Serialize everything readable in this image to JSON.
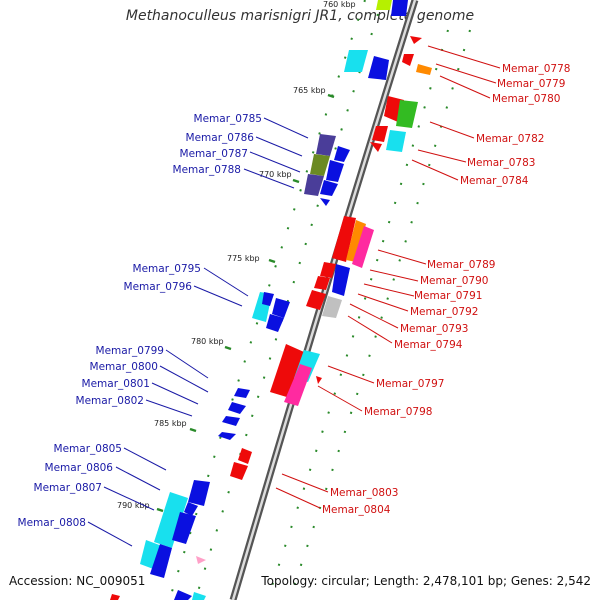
{
  "title": "Methanoculleus marisnigri JR1, complete genome",
  "accession": "Accession: NC_009051",
  "topology": "Topology: circular; Length: 2,478,101 bp; Genes: 2,542",
  "kbp_markers": [
    "760 kbp",
    "765 kbp",
    "770 kbp",
    "775 kbp",
    "780 kbp",
    "785 kbp",
    "790 kbp"
  ],
  "left_labels": [
    "Memar_0785",
    "Memar_0786",
    "Memar_0787",
    "Memar_0788",
    "Memar_0795",
    "Memar_0796",
    "Memar_0799",
    "Memar_0800",
    "Memar_0801",
    "Memar_0802",
    "Memar_0805",
    "Memar_0806",
    "Memar_0807",
    "Memar_0808"
  ],
  "right_labels": [
    "Memar_0778",
    "Memar_0779",
    "Memar_0780",
    "Memar_0782",
    "Memar_0783",
    "Memar_0784",
    "Memar_0789",
    "Memar_0790",
    "Memar_0791",
    "Memar_0792",
    "Memar_0793",
    "Memar_0794",
    "Memar_0797",
    "Memar_0798",
    "Memar_0803",
    "Memar_0804"
  ],
  "colors": {
    "left_label": "#1a1aa6",
    "right_label": "#d01010",
    "blue": "#0a10e0",
    "red": "#ee0a0a",
    "cyan": "#18e0ee",
    "green": "#33bb22",
    "orange": "#ff8a00",
    "pink": "#ff2aa0",
    "purple": "#4a3d99",
    "olive": "#6b8a22",
    "gray": "#c0c0c0",
    "tick": "#2a8a2a",
    "axis": "#777777"
  }
}
